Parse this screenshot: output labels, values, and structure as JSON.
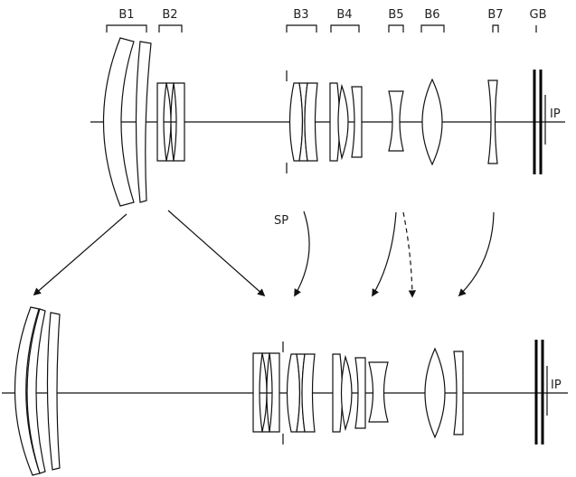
{
  "labels": {
    "b1": "B1",
    "b2": "B2",
    "b3": "B3",
    "b4": "B4",
    "b5": "B5",
    "b6": "B6",
    "b7": "B7",
    "gb": "GB",
    "ip_top": "IP",
    "ip_bottom": "IP",
    "sp": "SP"
  }
}
